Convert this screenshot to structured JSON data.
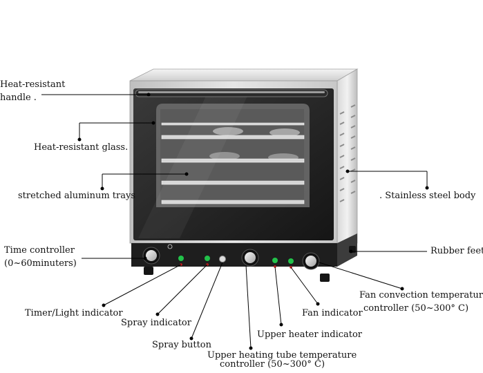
{
  "labels": {
    "handle_line1": "Heat-resistant",
    "handle_line2": "handle .",
    "glass": "Heat-resistant glass.",
    "trays": "stretched aluminum trays",
    "body": ". Stainless steel body",
    "time_line1": "Time controller",
    "time_line2": "(0~60minuters)",
    "feet": "Rubber feet",
    "fan_temp_line1": "Fan convection temperature",
    "fan_temp_line2": "controller (50~300° C)",
    "timer_light": "Timer/Light indicator",
    "fan_indicator": "Fan indicator",
    "spray_indicator": "Spray indicator",
    "upper_heater": "Upper heater indicator",
    "spray_button": "Spray button",
    "upper_temp_line1": "Upper heating tube temperature",
    "upper_temp_line2": "controller (50~300° C)"
  },
  "colors": {
    "steel_light": "#e8e8e8",
    "steel_dark": "#9a9a9a",
    "glass": "#2a2a2a",
    "indicator_green": "#22c24a",
    "indicator_red": "#d42020",
    "leader_line": "#000000"
  }
}
